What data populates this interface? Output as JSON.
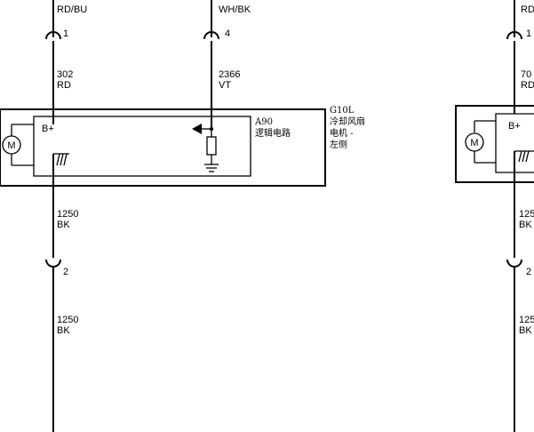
{
  "wires": {
    "left_top_color": "RD/BU",
    "mid_top_color": "WH/BK",
    "left_upper_gauge": "302",
    "left_upper_color": "RD",
    "mid_upper_gauge": "2366",
    "mid_upper_color": "VT",
    "ground_upper_gauge": "1250",
    "ground_upper_color": "BK",
    "ground_lower_gauge": "1250",
    "ground_lower_color": "BK"
  },
  "pins": {
    "left_top": "1",
    "mid_top": "4",
    "ground": "2"
  },
  "component": {
    "supply_label": "B+",
    "motor_symbol": "M",
    "logic_id": "A90",
    "logic_name": "逻辑电路",
    "fan_id": "G10L",
    "fan_name_line1": "冷却风扇",
    "fan_name_line2": "电机 -",
    "fan_name_line3": "左侧"
  },
  "right_partial": {
    "top_color": "RD",
    "pin_top": "1",
    "upper_gauge": "70",
    "upper_color": "RD",
    "supply_label": "B+",
    "motor_symbol": "M",
    "ground_upper_gauge": "125",
    "ground_upper_color": "BK",
    "pin_ground": "2",
    "ground_lower_gauge": "125",
    "ground_lower_color": "BK"
  }
}
